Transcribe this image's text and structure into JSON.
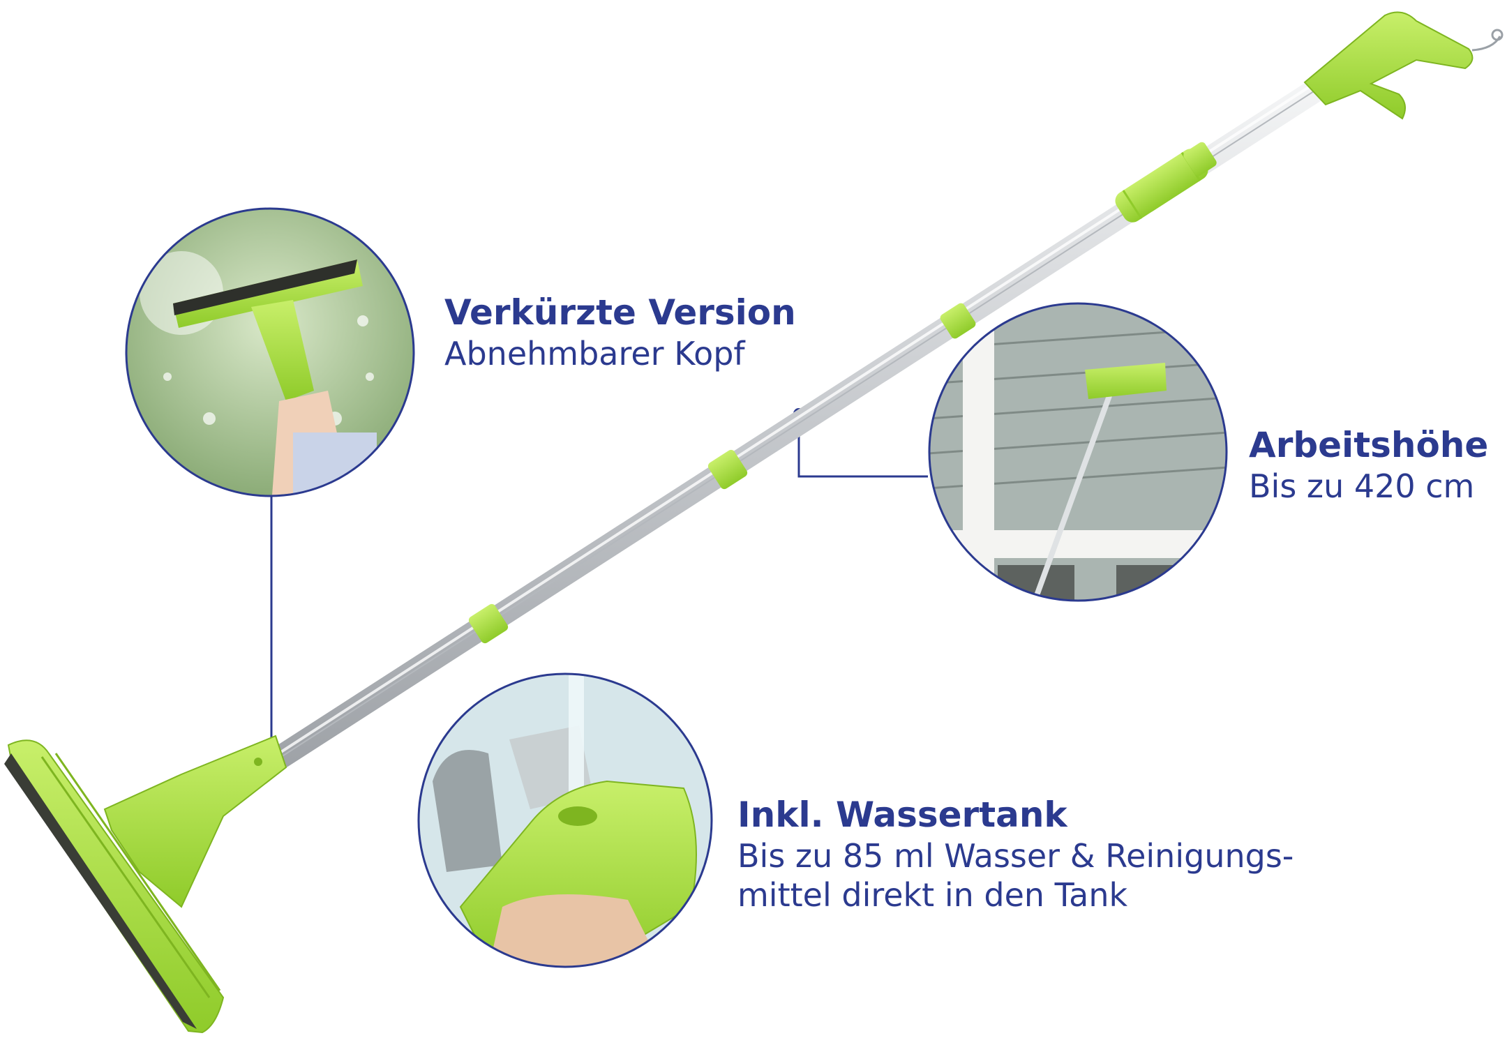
{
  "colors": {
    "accent_text": "#2b3a8f",
    "product_green": "#a6dd3a",
    "pole_silver": "#c9ccd0",
    "leader_line": "#2b3a8f"
  },
  "callouts": {
    "head": {
      "title": "Verkürzte Version",
      "lines": [
        "Abnehmbarer Kopf"
      ],
      "photo_icon": "handheld-squeegee-spraying-window"
    },
    "height": {
      "title": "Arbeitshöhe",
      "lines": [
        "Bis zu 420 cm"
      ],
      "photo_icon": "extended-pole-cleaning-house-window"
    },
    "tank": {
      "title": "Inkl. Wassertank",
      "lines": [
        "Bis zu 85 ml Wasser & Reinigungs-",
        "mittel direkt in den Tank"
      ],
      "photo_icon": "filling-water-tank-at-faucet"
    }
  }
}
